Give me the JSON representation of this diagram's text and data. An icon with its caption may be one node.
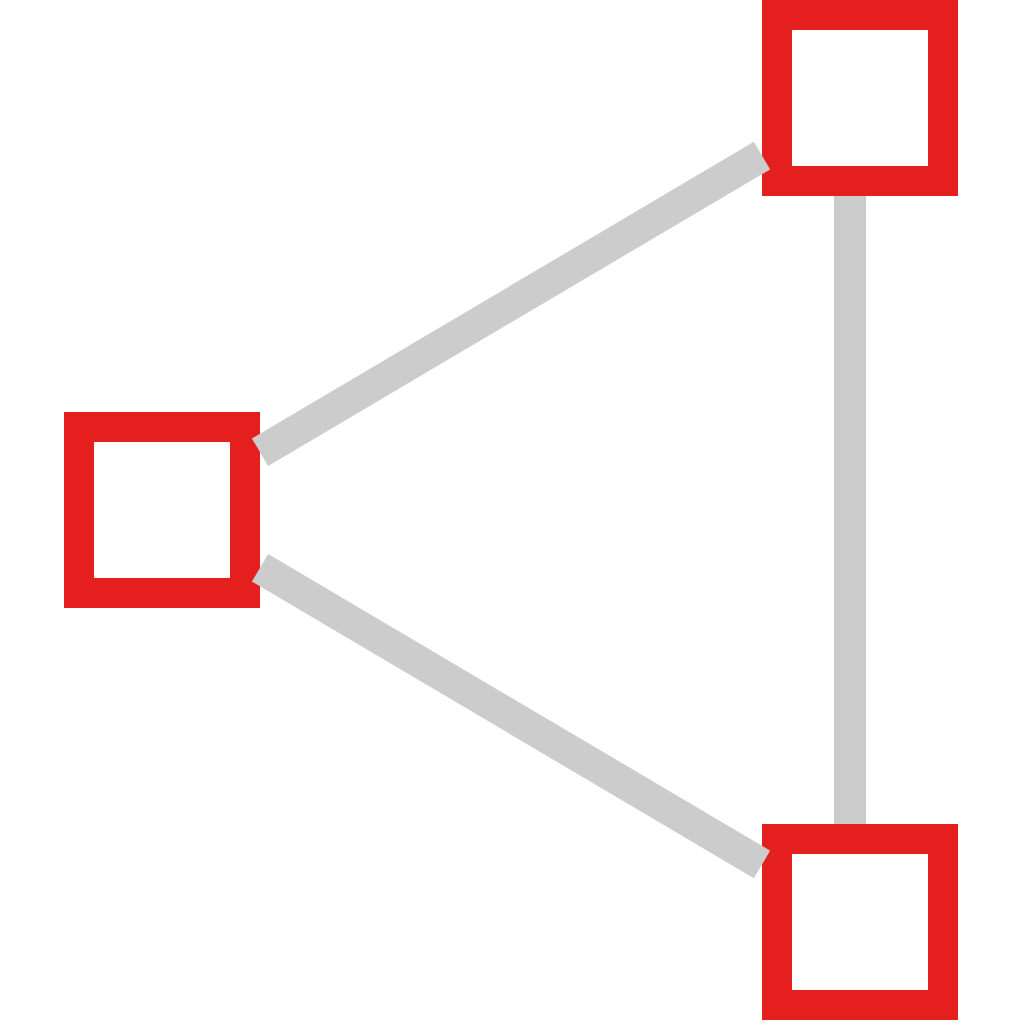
{
  "diagram": {
    "nodes": [
      {
        "text": [],
        "shape": "box"
      },
      {
        "text": [],
        "shape": "box"
      },
      {
        "text": [],
        "shape": "box"
      }
    ],
    "edges": [
      {
        "from": 0,
        "to": 1,
        "arrow": "none"
      },
      {
        "from": 0,
        "to": 2,
        "arrow": "none"
      },
      {
        "from": 1,
        "to": 2,
        "arrow": "none"
      }
    ]
  }
}
